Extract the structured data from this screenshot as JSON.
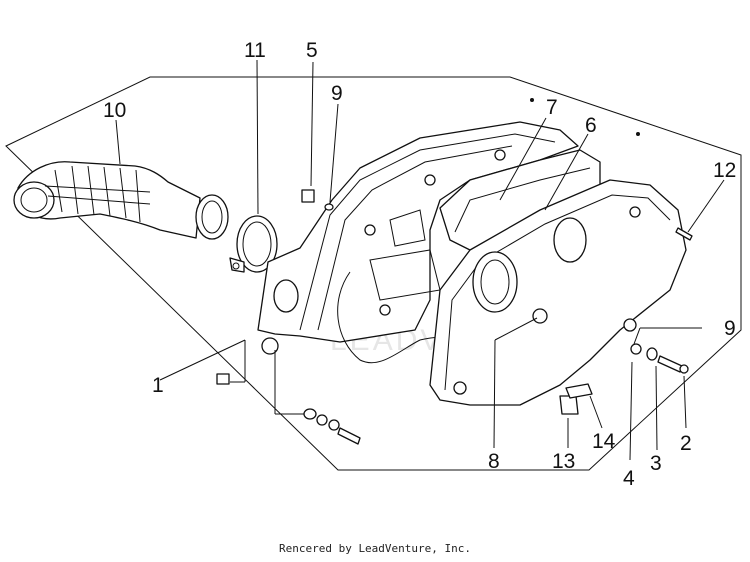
{
  "diagram": {
    "callouts": {
      "c1": "1",
      "c2": "2",
      "c3": "3",
      "c4": "4",
      "c5": "5",
      "c6": "6",
      "c7": "7",
      "c8": "8",
      "c9a": "9",
      "c9b": "9",
      "c10": "10",
      "c11": "11",
      "c12": "12",
      "c13": "13",
      "c14": "14"
    },
    "watermark": "LEADVENTURE",
    "credit": "Rencered by LeadVenture, Inc."
  }
}
